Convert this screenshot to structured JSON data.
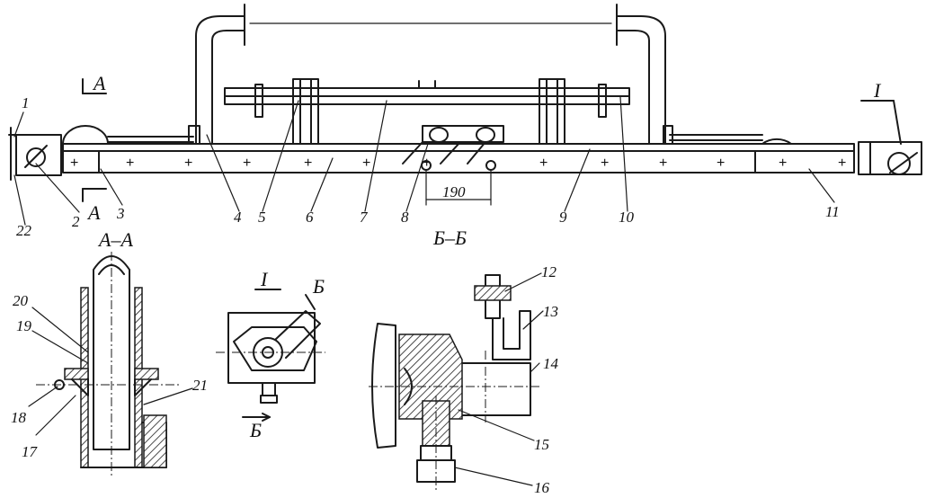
{
  "labels": {
    "p1": "1",
    "p2": "2",
    "p3": "3",
    "p4": "4",
    "p5": "5",
    "p6": "6",
    "p7": "7",
    "p8": "8",
    "p9": "9",
    "p10": "10",
    "p11": "11",
    "p12": "12",
    "p13": "13",
    "p14": "14",
    "p15": "15",
    "p16": "16",
    "p17": "17",
    "p18": "18",
    "p19": "19",
    "p20": "20",
    "p21": "21",
    "p22": "22"
  },
  "sections": {
    "a_mark_top": "A",
    "a_mark_bottom": "A",
    "aa_title": "A–A",
    "bb_title": "Б–Б",
    "detail_i_mark": "I",
    "detail_i_title": "I",
    "b_mark_top": "Б",
    "b_mark_bottom": "Б"
  },
  "dimensions": {
    "d190": "190"
  }
}
